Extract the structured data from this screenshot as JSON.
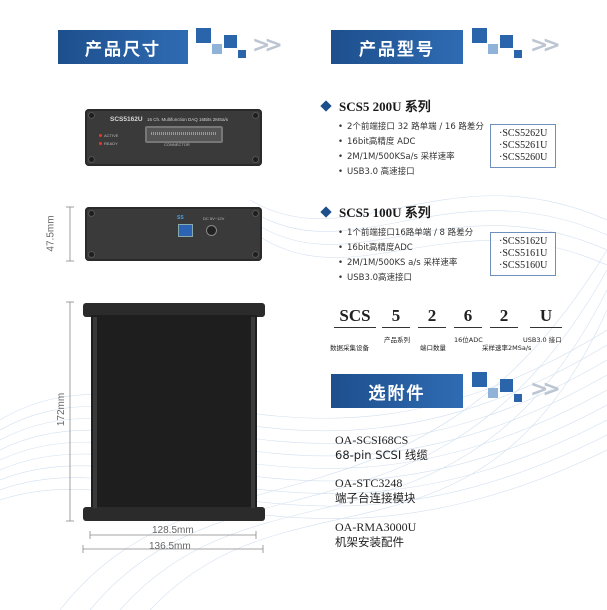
{
  "sections": {
    "size_title": "产品尺寸",
    "model_title": "产品型号",
    "accessory_title": "选附件"
  },
  "device": {
    "front_model": "SCS5162U",
    "front_desc": "16 Ch. Multifunction DAQ 16Bits 2MSa/s",
    "front_connector": "CONNECTOR",
    "led_active": "ACTIVE",
    "led_ready": "READY",
    "usb_logo": "SS",
    "dc_label": "DC 5V~12V"
  },
  "dimensions": {
    "height": "47.5mm",
    "depth": "172mm",
    "width_inner": "128.5mm",
    "width_outer": "136.5mm"
  },
  "series": [
    {
      "title": "SCS5 200U  系列",
      "features": [
        "2个前端接口 32 路单端 / 16 路差分",
        "16bit高精度 ADC",
        "2M/1M/500KSa/s 采样速率",
        "USB3.0 高速接口"
      ],
      "models": [
        "SCS5262U",
        "SCS5261U",
        "SCS5260U"
      ]
    },
    {
      "title": "SCS5 100U  系列",
      "features": [
        "1个前端接口16路单端 / 8 路差分",
        "16bit高精度ADC",
        "2M/1M/500KS a/s 采样速率",
        "USB3.0高速接口"
      ],
      "models": [
        "SCS5162U",
        "SCS5161U",
        "SCS5160U"
      ]
    }
  ],
  "model_code": {
    "parts": [
      "SCS",
      "5",
      "2",
      "6",
      "2",
      "U"
    ],
    "labels": [
      "数据采集设备",
      "产品系列",
      "端口数量",
      "16位ADC",
      "采样速率2MSa/s",
      "USB3.0  接口"
    ]
  },
  "accessories": [
    {
      "code": "OA-SCSI68CS",
      "desc": "68-pin SCSI  线缆"
    },
    {
      "code": "OA-STC3248",
      "desc": "端子台连接模块"
    },
    {
      "code": "OA-RMA3000U",
      "desc": "机架安装配件"
    }
  ]
}
